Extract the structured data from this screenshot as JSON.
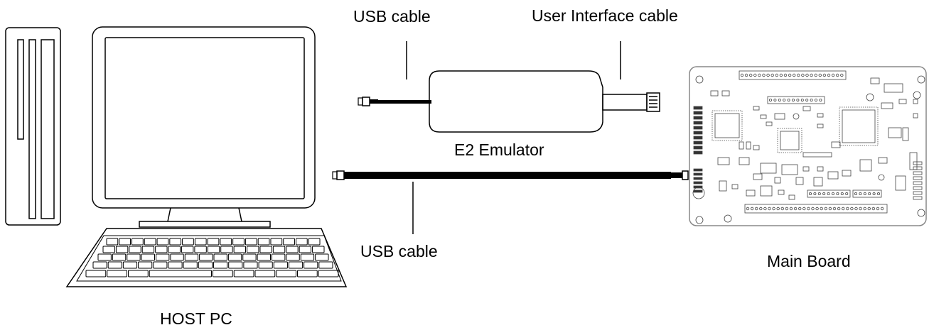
{
  "labels": {
    "usb_cable_top": "USB cable",
    "user_interface_cable": "User Interface cable",
    "e2_emulator": "E2 Emulator",
    "usb_cable_bottom": "USB cable",
    "main_board": "Main Board",
    "host_pc": "HOST PC"
  },
  "colors": {
    "stroke": "#000000",
    "cable": "#000000",
    "board_fill": "#ffffff",
    "board_detail": "#555555"
  },
  "icons": [
    "desktop-tower-icon",
    "monitor-icon",
    "keyboard-icon",
    "e2-emulator-icon",
    "main-board-icon"
  ]
}
